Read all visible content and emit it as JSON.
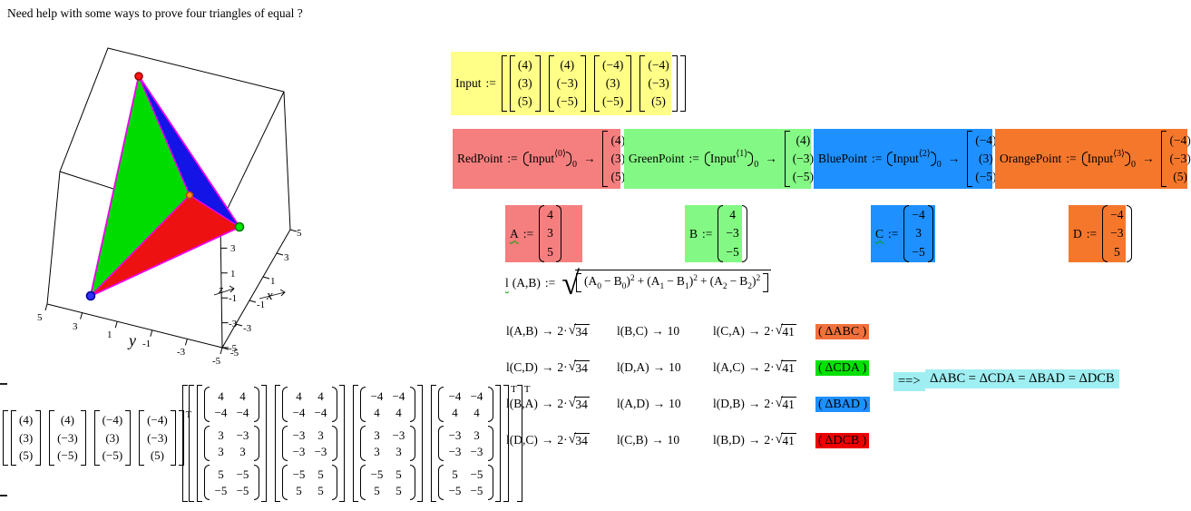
{
  "title": "Need help with some ways to prove four triangles of equal ?",
  "assign": ":=",
  "arrow": "→",
  "colors": {
    "highlight_yellow": "#FFFF88",
    "highlight_salmon": "#F57F7F",
    "highlight_green": "#84F884",
    "highlight_blue": "#1E90FF",
    "highlight_orange": "#F5772C",
    "tag_orange": "#F2703C",
    "tag_green": "#00E100",
    "tag_blue": "#1E90FF",
    "tag_red": "#EE0000",
    "conclusion_cyan": "#9FEFF2",
    "triangle_edge_magenta": "#EE00EE"
  },
  "plot": {
    "x_label": "x",
    "y_label": "y",
    "z_label": "z",
    "x_ticks": [
      "5",
      "3",
      "1",
      "-1",
      "-3",
      "-5"
    ],
    "y_ticks": [
      "5",
      "3",
      "1",
      "-1",
      "-3",
      "-5"
    ],
    "z_ticks": [
      "3",
      "1",
      "-1",
      "-3",
      "-5"
    ],
    "edge_color": "#EE00EE",
    "points": [
      {
        "name": "red-point",
        "color": "#FF1414",
        "stroke": "#990000"
      },
      {
        "name": "orange-point",
        "color": "#FF9020",
        "stroke": "#B34700"
      },
      {
        "name": "green-point",
        "color": "#00E800",
        "stroke": "#007700"
      },
      {
        "name": "blue-point",
        "color": "#3030FF",
        "stroke": "#000099"
      }
    ],
    "triangles": [
      {
        "name": "hidden-triangle-ABC",
        "fill": "none"
      },
      {
        "name": "triangle-CDA",
        "fill": "#00DC00"
      },
      {
        "name": "triangle-BAD",
        "fill": "#1414E6"
      },
      {
        "name": "triangle-DCB",
        "fill": "#EE1111"
      }
    ]
  },
  "input_def": {
    "name": "Input",
    "bg": "#FFFF88",
    "columns": [
      [
        "(4)",
        "(3)",
        "(5)"
      ],
      [
        "(4)",
        "(−3)",
        "(−5)"
      ],
      [
        "(−4)",
        "(3)",
        "(−5)"
      ],
      [
        "(−4)",
        "(−3)",
        "(5)"
      ]
    ]
  },
  "point_defs": [
    {
      "name": "RedPoint",
      "base": "Input",
      "sup": "⟨0⟩",
      "sub": "0",
      "vector": [
        "(4)",
        "(3)",
        "(5)"
      ],
      "bg": "#F57F7F"
    },
    {
      "name": "GreenPoint",
      "base": "Input",
      "sup": "⟨1⟩",
      "sub": "0",
      "vector": [
        "(4)",
        "(−3)",
        "(−5)"
      ],
      "bg": "#84F884"
    },
    {
      "name": "BluePoint",
      "base": "Input",
      "sup": "⟨2⟩",
      "sub": "0",
      "vector": [
        "(−4)",
        "(3)",
        "(−5)"
      ],
      "bg": "#1E90FF"
    },
    {
      "name": "OrangePoint",
      "base": "Input",
      "sup": "⟨3⟩",
      "sub": "0",
      "vector": [
        "(−4)",
        "(−3)",
        "(5)"
      ],
      "bg": "#F5772C"
    }
  ],
  "vector_defs": [
    {
      "name": "A",
      "values": [
        "4",
        "3",
        "5"
      ],
      "bg": "#F57F7F",
      "squiggle": true
    },
    {
      "name": "B",
      "values": [
        "4",
        "−3",
        "−5"
      ],
      "bg": "#84F884",
      "squiggle": false
    },
    {
      "name": "C",
      "values": [
        "−4",
        "3",
        "−5"
      ],
      "bg": "#1E90FF",
      "squiggle": true
    },
    {
      "name": "D",
      "values": [
        "−4",
        "−3",
        "5"
      ],
      "bg": "#F5772C",
      "squiggle": false
    }
  ],
  "length_def": {
    "name": "l",
    "args": "(A,B)",
    "minus": "−",
    "plus": "+",
    "power": "2",
    "terms": [
      [
        "A",
        "0",
        "B",
        "0"
      ],
      [
        "A",
        "1",
        "B",
        "1"
      ],
      [
        "A",
        "2",
        "B",
        "2"
      ]
    ]
  },
  "distance_rows": [
    {
      "cells": [
        [
          "l(A,B)",
          "2",
          "34"
        ],
        [
          "l(B,C)",
          "10",
          ""
        ],
        [
          "l(C,A)",
          "2",
          "41"
        ]
      ],
      "tag": "( ΔABC )",
      "tag_bg": "#F2703C"
    },
    {
      "cells": [
        [
          "l(C,D)",
          "2",
          "34"
        ],
        [
          "l(D,A)",
          "10",
          ""
        ],
        [
          "l(A,C)",
          "2",
          "41"
        ]
      ],
      "tag": "( ΔCDA )",
      "tag_bg": "#00E100"
    },
    {
      "cells": [
        [
          "l(B,A)",
          "2",
          "34"
        ],
        [
          "l(A,D)",
          "10",
          ""
        ],
        [
          "l(D,B)",
          "2",
          "41"
        ]
      ],
      "tag": "( ΔBAD )",
      "tag_bg": "#1E90FF"
    },
    {
      "cells": [
        [
          "l(D,C)",
          "2",
          "34"
        ],
        [
          "l(C,B)",
          "10",
          ""
        ],
        [
          "l(B,D)",
          "2",
          "41"
        ]
      ],
      "tag": "( ΔDCB )",
      "tag_bg": "#EE0000"
    }
  ],
  "conclusion": {
    "arrow_label": "==>",
    "equation": "ΔABC = ΔCDA = ΔBAD = ΔDCB",
    "bg": "#9FEFF2"
  },
  "bottom_vector_expr": {
    "exponent": "T",
    "columns": [
      [
        "(4)",
        "(3)",
        "(5)"
      ],
      [
        "(4)",
        "(−3)",
        "(−5)"
      ],
      [
        "(−4)",
        "(3)",
        "(−5)"
      ],
      [
        "(−4)",
        "(−3)",
        "(5)"
      ]
    ]
  },
  "bottom_matrix_expr": {
    "exponent_inner": "T",
    "exponent_outer": "T",
    "columns": [
      [
        [
          [
            "4",
            "4"
          ],
          [
            "−4",
            "−4"
          ]
        ],
        [
          [
            "3",
            "−3"
          ],
          [
            "3",
            "3"
          ]
        ],
        [
          [
            "5",
            "−5"
          ],
          [
            "−5",
            "−5"
          ]
        ]
      ],
      [
        [
          [
            "4",
            "4"
          ],
          [
            "−4",
            "−4"
          ]
        ],
        [
          [
            "−3",
            "3"
          ],
          [
            "−3",
            "−3"
          ]
        ],
        [
          [
            "−5",
            "5"
          ],
          [
            "5",
            "5"
          ]
        ]
      ],
      [
        [
          [
            "−4",
            "−4"
          ],
          [
            "4",
            "4"
          ]
        ],
        [
          [
            "3",
            "−3"
          ],
          [
            "3",
            "3"
          ]
        ],
        [
          [
            "−5",
            "5"
          ],
          [
            "5",
            "5"
          ]
        ]
      ],
      [
        [
          [
            "−4",
            "−4"
          ],
          [
            "4",
            "4"
          ]
        ],
        [
          [
            "−3",
            "3"
          ],
          [
            "−3",
            "−3"
          ]
        ],
        [
          [
            "5",
            "−5"
          ],
          [
            "−5",
            "−5"
          ]
        ]
      ]
    ]
  }
}
